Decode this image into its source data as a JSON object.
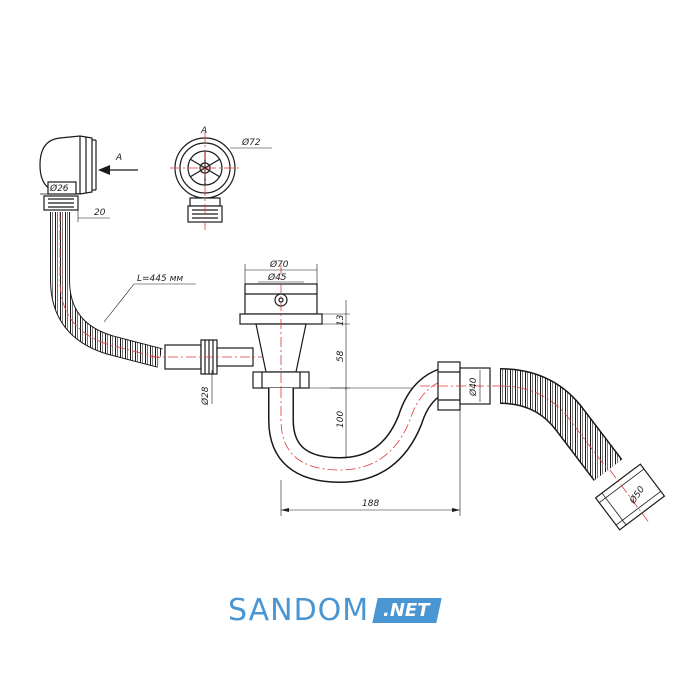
{
  "drawing": {
    "view_label": "A",
    "arrow_label": "A",
    "dims": {
      "d26": "Ø26",
      "d20": "20",
      "d72": "Ø72",
      "d70": "Ø70",
      "d45": "Ø45",
      "length": "L=445 мм",
      "d13": "13",
      "d58": "58",
      "d28": "Ø28",
      "d100": "100",
      "d40": "Ø40",
      "d188": "188",
      "d50": "Ø50"
    }
  },
  "logo": {
    "main": "SANDOM",
    "suffix": ".NET"
  },
  "colors": {
    "line": "#1a1a1a",
    "centerline": "#e03a3a",
    "brand": "#4a96d2"
  }
}
